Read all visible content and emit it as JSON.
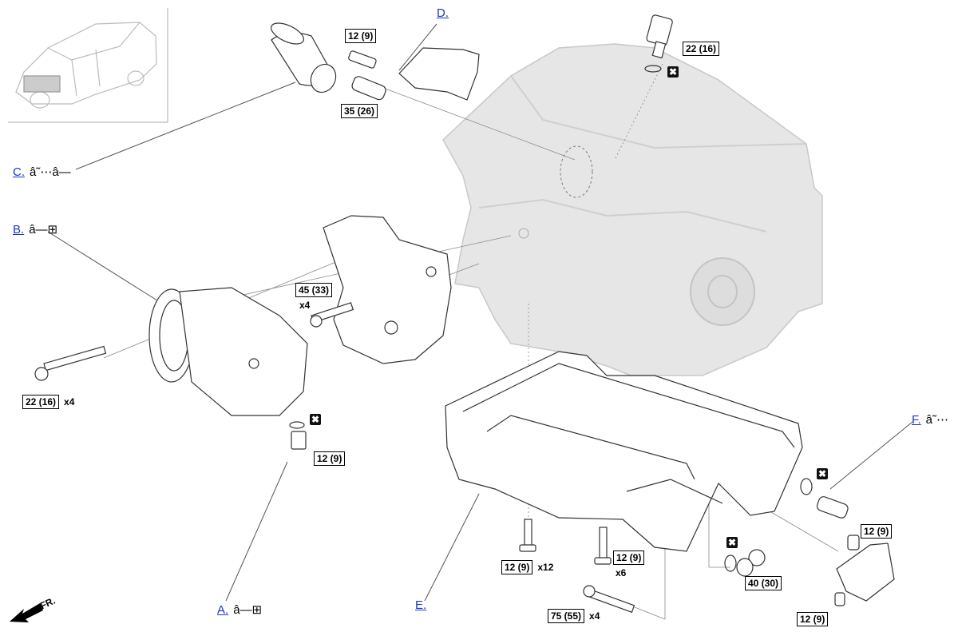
{
  "callouts": {
    "a": {
      "letter": "A.",
      "symbol": "â—⊞"
    },
    "b": {
      "letter": "B.",
      "symbol": "â—⊞"
    },
    "c": {
      "letter": "C.",
      "symbol": "â˜⋯â—"
    },
    "d": {
      "letter": "D."
    },
    "e": {
      "letter": "E."
    },
    "f": {
      "letter": "F.",
      "symbol": "â˜⋯"
    }
  },
  "torques": {
    "t_filter_bolt": "12 (9)",
    "t_filter_stud": "35 (26)",
    "t_sensor": "22 (16)",
    "t_bracket": "45 (33)",
    "t_compressor": "22 (16)",
    "t_drain": "12 (9)",
    "t_pan_small": "12 (9)",
    "t_pan_mid": "12 (9)",
    "t_pan_long": "75 (55)",
    "t_plug": "40 (30)",
    "t_right_upper": "12 (9)",
    "t_right_lower": "12 (9)"
  },
  "quantities": {
    "q_bracket": "x4",
    "q_compressor": "x4",
    "q_pan_small": "x12",
    "q_pan_mid": "x6",
    "q_pan_long": "x4"
  },
  "replace_mark": "✖",
  "front_label": "FR."
}
